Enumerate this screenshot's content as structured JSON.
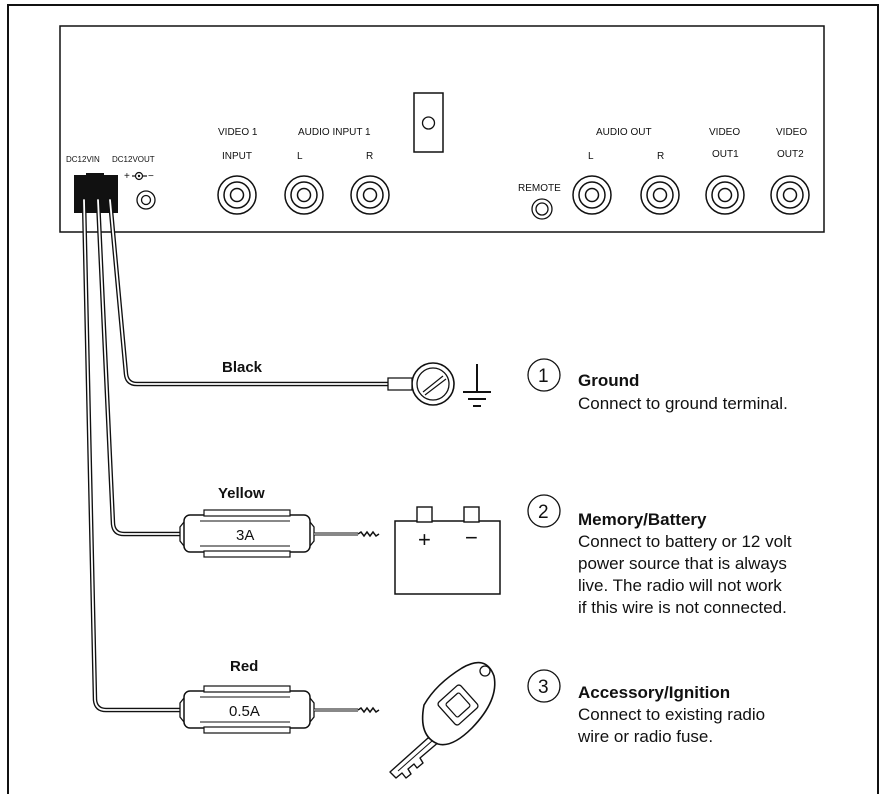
{
  "panel": {
    "dc_in_label": "DC12VIN",
    "dc_out_label": "DC12VOUT",
    "video1_label": "VIDEO 1",
    "input_label": "INPUT",
    "audio_input_label": "AUDIO INPUT 1",
    "audio_in_l": "L",
    "audio_in_r": "R",
    "remote_label": "REMOTE",
    "audio_out_label": "AUDIO OUT",
    "audio_out_l": "L",
    "audio_out_r": "R",
    "video_out1_top": "VIDEO",
    "video_out1_bottom": "OUT1",
    "video_out2_top": "VIDEO",
    "video_out2_bottom": "OUT2",
    "polarity_plus": "+",
    "polarity_minus": "−"
  },
  "wires": {
    "black_label": "Black",
    "yellow_label": "Yellow",
    "red_label": "Red",
    "yellow_fuse": "3A",
    "red_fuse": "0.5A",
    "battery_plus": "+",
    "battery_minus": "−"
  },
  "steps": [
    {
      "number": "1",
      "title": "Ground",
      "lines": [
        "Connect to ground terminal."
      ]
    },
    {
      "number": "2",
      "title": "Memory/Battery",
      "lines": [
        "Connect to battery or 12 volt",
        "power source that is always",
        "live. The radio will not work",
        "if this wire is not connected."
      ]
    },
    {
      "number": "3",
      "title": "Accessory/Ignition",
      "lines": [
        "Connect to existing radio",
        "wire or radio fuse."
      ]
    }
  ]
}
